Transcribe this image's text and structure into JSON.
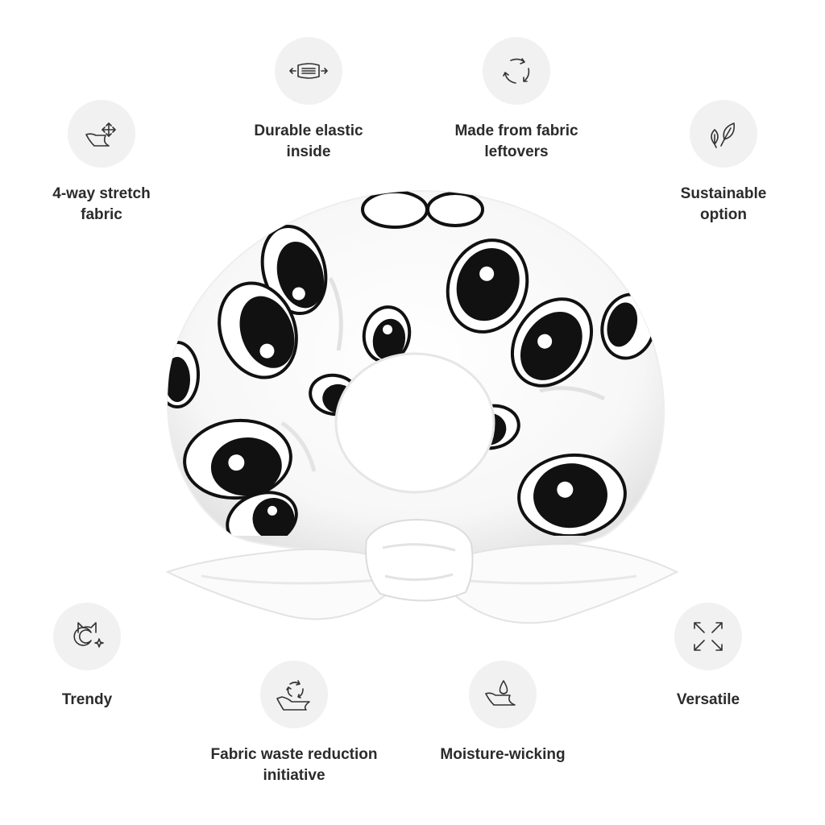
{
  "features": {
    "stretch": {
      "label": "4-way stretch\nfabric",
      "icon": "stretch-fabric-icon"
    },
    "elastic": {
      "label": "Durable elastic\ninside",
      "icon": "elastic-band-icon"
    },
    "leftovers": {
      "label": "Made from fabric\nleftovers",
      "icon": "recycle-arrows-icon"
    },
    "sustain": {
      "label": "Sustainable\noption",
      "icon": "leaves-icon"
    },
    "trendy": {
      "label": "Trendy",
      "icon": "cat-moon-sparkle-icon"
    },
    "waste": {
      "label": "Fabric waste reduction\ninitiative",
      "icon": "fabric-recycle-icon"
    },
    "moisture": {
      "label": "Moisture-wicking",
      "icon": "water-drop-fabric-icon"
    },
    "versatile": {
      "label": "Versatile",
      "icon": "expand-arrows-icon"
    }
  },
  "product": {
    "name": "scrunchie",
    "pattern": "cartoon-eyes",
    "colors": {
      "fabric": "#ffffff",
      "shadow": "#e6e6e6",
      "print": "#111111"
    }
  }
}
